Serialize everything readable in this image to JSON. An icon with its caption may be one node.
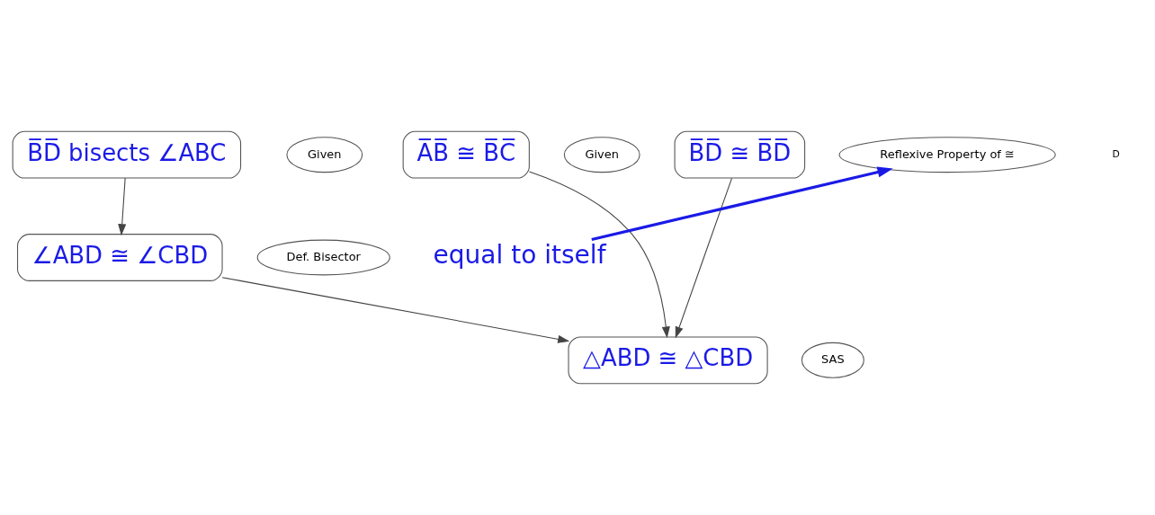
{
  "diagram": {
    "nodes": [
      {
        "text": [
          "B̅D̅ bisects ∠ABC"
        ]
      },
      {
        "text": [
          "Given"
        ]
      },
      {
        "text": [
          "A̅B̅ ≅ B̅C̅"
        ]
      },
      {
        "text": [
          "Given"
        ]
      },
      {
        "text": [
          "B̅D̅ ≅ B̅D̅"
        ]
      },
      {
        "text": [
          "Reflexive Property of ≅"
        ]
      },
      {
        "text": [
          "∠ABD ≅ ∠CBD"
        ]
      },
      {
        "text": [
          "Def. Bisector"
        ]
      },
      {
        "text": [
          "△ABD ≅ △CBD"
        ]
      },
      {
        "text": [
          "SAS"
        ]
      },
      {
        "text": [
          "equal to itself"
        ]
      }
    ],
    "edges": [
      {
        "from": 0,
        "to": 6,
        "arrow": "to"
      },
      {
        "from": 2,
        "to": 8,
        "arrow": "to"
      },
      {
        "from": 4,
        "to": 8,
        "arrow": "to"
      },
      {
        "from": 6,
        "to": 8,
        "arrow": "to"
      },
      {
        "from": 10,
        "to": 5,
        "arrow": "to",
        "style": "thick",
        "color": "#1a1ae6"
      }
    ],
    "labels": [
      "D"
    ]
  }
}
